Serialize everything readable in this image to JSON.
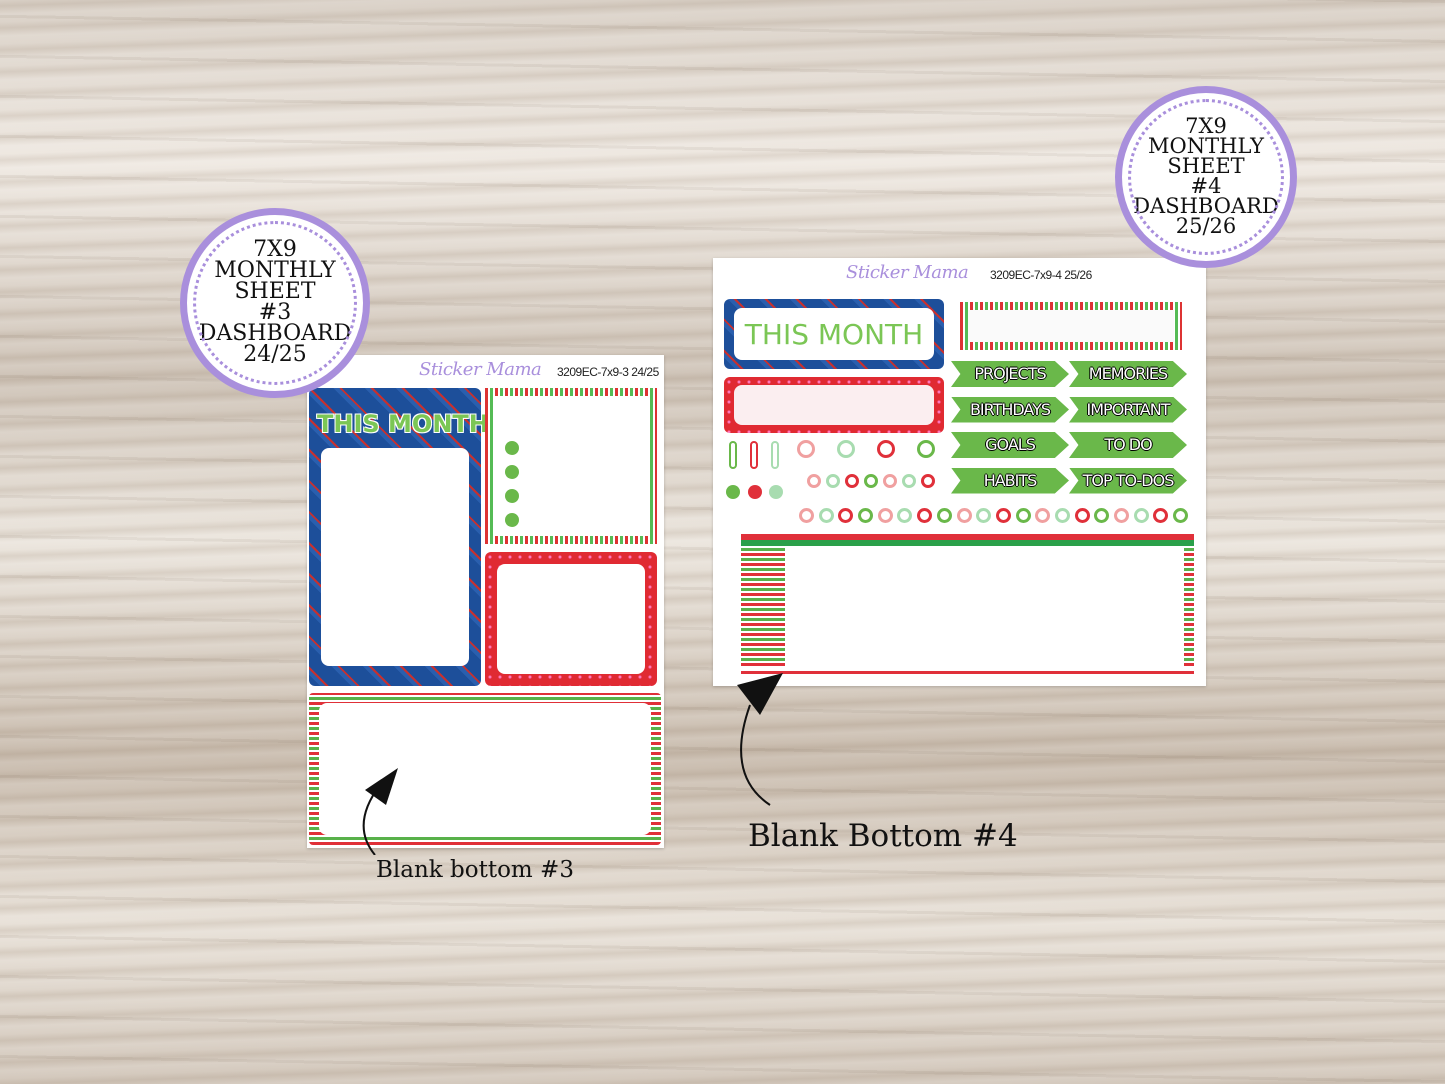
{
  "left_sheet": {
    "brand": "Sticker Mama",
    "code": "3209EC-7x9-3 24/25",
    "header": "THIS MONTH"
  },
  "right_sheet": {
    "brand": "Sticker Mama",
    "code": "3209EC-7x9-4 25/26",
    "header": "THIS MONTH",
    "labels": [
      "PROJECTS",
      "MEMORIES",
      "BIRTHDAYS",
      "IMPORTANT",
      "GOALS",
      "TO DO",
      "HABITS",
      "TOP TO-DOS"
    ]
  },
  "badge_left": {
    "lines": [
      "7X9",
      "MONTHLY",
      "SHEET",
      "#3",
      "DASHBOARD",
      "24/25"
    ]
  },
  "badge_right": {
    "lines": [
      "7X9",
      "MONTHLY",
      "SHEET",
      "#4",
      "DASHBOARD",
      "25/26"
    ]
  },
  "captions": {
    "left": "Blank bottom #3",
    "right": "Blank Bottom #4"
  },
  "colors": {
    "pink": "#f0a0a0",
    "mint": "#a8dcb0",
    "red": "#e0303a",
    "green": "#6ab84a",
    "lavender": "#a98fdc"
  },
  "ring_rows": {
    "top": [
      "pink",
      "mint",
      "red",
      "green"
    ],
    "mid": [
      "pink",
      "mint",
      "red",
      "green",
      "pink",
      "mint",
      "red"
    ],
    "bottom": [
      "pink",
      "mint",
      "red",
      "green",
      "pink",
      "mint",
      "red",
      "green",
      "pink",
      "mint",
      "red",
      "green",
      "pink",
      "mint",
      "red",
      "green",
      "pink",
      "mint",
      "red",
      "green"
    ]
  }
}
